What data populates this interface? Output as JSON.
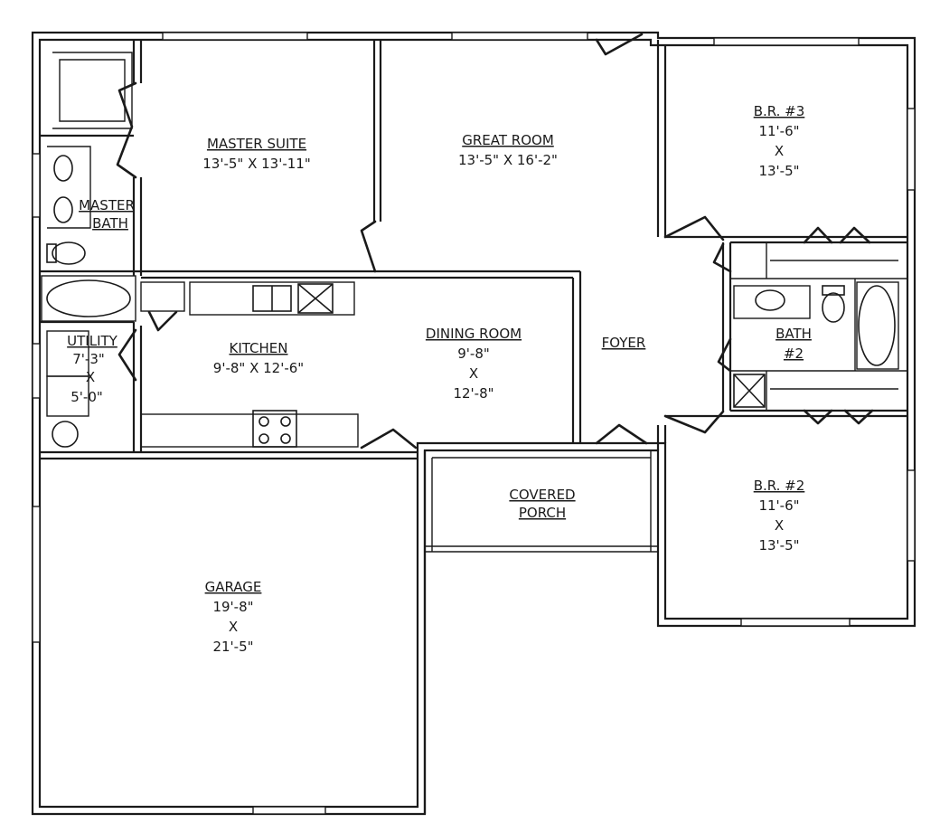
{
  "rooms": {
    "master_suite": {
      "name": "MASTER SUITE",
      "dims": "13'-5\" X 13'-11\""
    },
    "great_room": {
      "name": "GREAT ROOM",
      "dims": "13'-5\" X 16'-2\""
    },
    "br3": {
      "name": "B.R. #3",
      "width": "11'-6\"",
      "x": "X",
      "length": "13'-5\""
    },
    "master_bath": {
      "line1": "MASTER",
      "line2": "BATH"
    },
    "utility": {
      "name": "UTILITY",
      "width": "7'-3\"",
      "x": "X",
      "length": "5'-0\""
    },
    "kitchen": {
      "name": "KITCHEN",
      "dims": "9'-8\" X 12'-6\""
    },
    "dining_room": {
      "name": "DINING ROOM",
      "width": "9'-8\"",
      "x": "X",
      "length": "12'-8\""
    },
    "foyer": {
      "name": "FOYER"
    },
    "bath2": {
      "line1": "BATH",
      "line2": "#2"
    },
    "covered_porch": {
      "line1": "COVERED",
      "line2": "PORCH"
    },
    "br2": {
      "name": "B.R. #2",
      "width": "11'-6\"",
      "x": "X",
      "length": "13'-5\""
    },
    "garage": {
      "name": "GARAGE",
      "width": "19'-8\"",
      "x": "X",
      "length": "21'-5\""
    }
  }
}
